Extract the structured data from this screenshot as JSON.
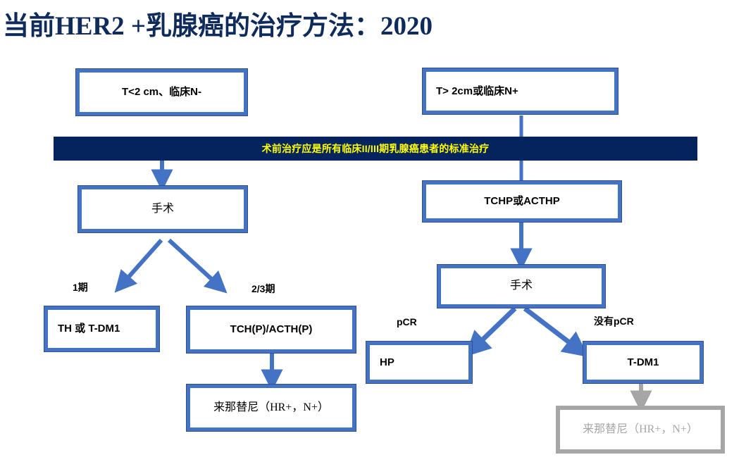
{
  "title": "当前HER2 +乳腺癌的治疗方法：2020",
  "colors": {
    "title": "#0E2B5C",
    "box_border": "#4472C4",
    "banner_bg": "#05245E",
    "banner_text": "#FFFF00",
    "arrow": "#4472C4",
    "muted": "#A6A6A6"
  },
  "banner": {
    "text": "术前治疗应是所有临床II/III期乳腺癌患者的标准治疗"
  },
  "boxes": {
    "left_entry": "T<2 cm、临床N-",
    "right_entry": "T> 2cm或临床N+",
    "left_surgery": "手术",
    "right_neoadjuvant": "TCHP或ACTHP",
    "right_surgery": "手术",
    "stage1_treatment": "TH 或 T-DM1",
    "stage23_treatment": "TCH(P)/ACTH(P)",
    "neratinib_left": "来那替尼（HR+，N+）",
    "pcr_treatment": "HP",
    "no_pcr_treatment": "T-DM1",
    "neratinib_right": "来那替尼（HR+，N+）"
  },
  "edge_labels": {
    "stage1": "1期",
    "stage23": "2/3期",
    "pcr": "pCR",
    "no_pcr": "没有pCR"
  }
}
